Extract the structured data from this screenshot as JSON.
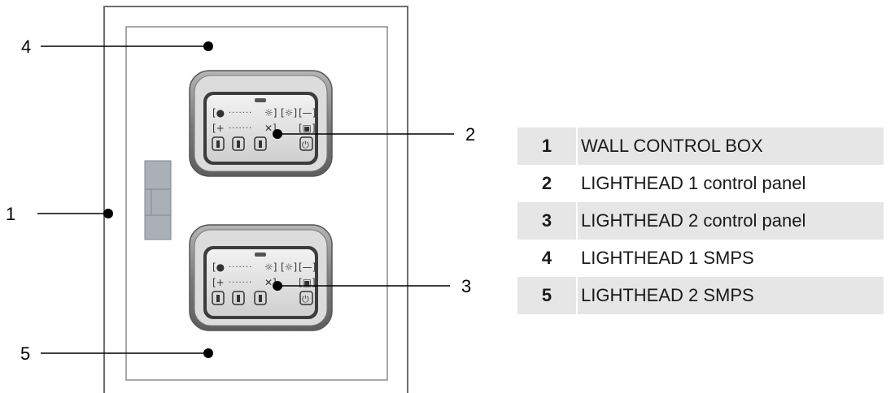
{
  "callouts": [
    {
      "number": "1"
    },
    {
      "number": "2"
    },
    {
      "number": "3"
    },
    {
      "number": "4"
    },
    {
      "number": "5"
    }
  ],
  "legend": [
    {
      "number": "1",
      "label": "WALL CONTROL BOX"
    },
    {
      "number": "2",
      "label": "LIGHTHEAD 1 control panel"
    },
    {
      "number": "3",
      "label": "LIGHTHEAD 2 control panel"
    },
    {
      "number": "4",
      "label": "LIGHTHEAD 1 SMPS"
    },
    {
      "number": "5",
      "label": "LIGHTHEAD 2 SMPS"
    }
  ],
  "colors": {
    "box_outline": "#6e6e6e",
    "panel_bezel": "#8a8a8a",
    "panel_face": "#c9c9c9",
    "side_module": "#a9b1b7",
    "legend_shade": "#e6e6e6"
  },
  "icons": [
    "brightness-icon",
    "sun-icon",
    "color-temp-icon",
    "focus-icon",
    "gear-icon",
    "endo-icon",
    "camera-icon",
    "lighthead-icon",
    "power-icon"
  ]
}
